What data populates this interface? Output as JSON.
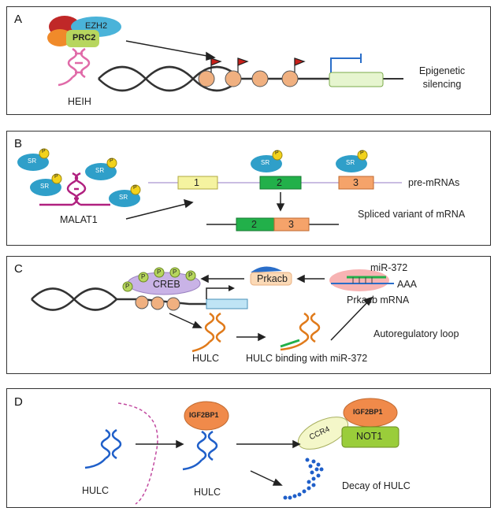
{
  "panels": {
    "a": {
      "letter": "A",
      "proteins": {
        "ezh2": "EZH2",
        "prc2": "PRC2"
      },
      "lncrna": "HEIH",
      "outcome": "Epigenetic silencing"
    },
    "b": {
      "letter": "B",
      "sr": "SR",
      "phospho": "P",
      "lncrna": "MALAT1",
      "exons": [
        "1",
        "2",
        "3"
      ],
      "pre_mrna": "pre-mRNAs",
      "spliced": "Spliced variant of mRNA",
      "spliced_exons": [
        "2",
        "3"
      ]
    },
    "c": {
      "letter": "C",
      "creb": "CREB",
      "phospho": "P",
      "prkacb": "Prkacb",
      "mirna": "miR-372",
      "polya": "AAA",
      "prkacb_mrna": "Prkacb mRNA",
      "lncrna": "HULC",
      "binding": "HULC binding with miR-372",
      "loop": "Autoregulatory loop"
    },
    "d": {
      "letter": "D",
      "igf1": "IGF2BP1",
      "igf2": "IGF2BP1",
      "ccr4": "CCR4",
      "not1": "NOT1",
      "hulc1": "HULC",
      "hulc2": "HULC",
      "decay": "Decay of HULC"
    }
  },
  "colors": {
    "prc2_green": "#b7d65e",
    "ezh2_blue": "#4ab3d9",
    "sr_blue": "#2f9fc9",
    "phospho_yellow": "#f2d21c",
    "exon1_yellow": "#f5f3a0",
    "exon2_green": "#22b04a",
    "exon3_orange": "#f5a36a",
    "malat_magenta": "#b0207f",
    "hulc_orange": "#e07a1a",
    "creb_purple": "#c9b3e6",
    "nucleosome": "#f0b080",
    "igf_orange": "#f08a4a",
    "hulc_blue": "#1f5fc9",
    "flag_red": "#c8201a"
  }
}
